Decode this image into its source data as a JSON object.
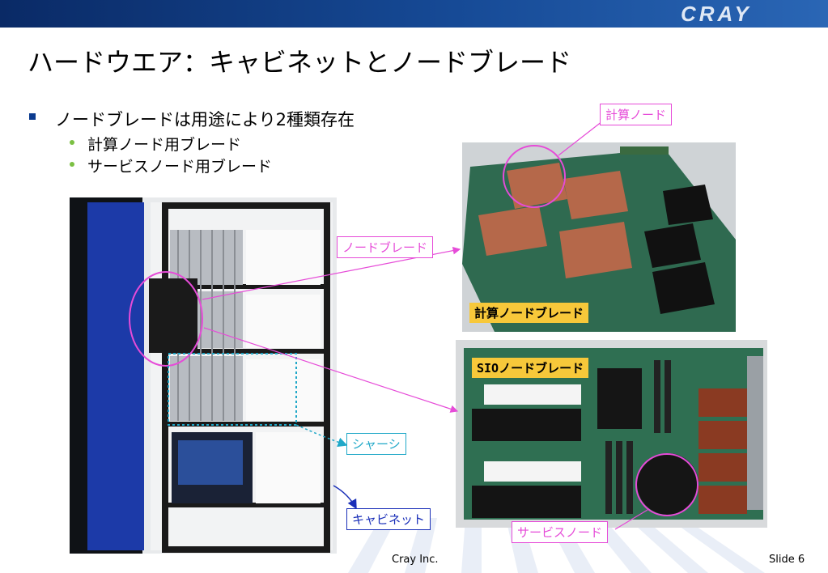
{
  "header": {
    "logo_text": "CRAY",
    "title": "ハードウエア：キャビネットとノードブレード"
  },
  "bullets": {
    "main": "ノードブレードは用途により2種類存在",
    "sub": [
      "計算ノード用ブレード",
      "サービスノード用ブレード"
    ]
  },
  "labels": {
    "compute_node": "計算ノード",
    "node_blade": "ノードブレード",
    "compute_node_blade": "計算ノードブレード",
    "sio_node_blade": "SIOノードブレード",
    "chassis": "シャーシ",
    "cabinet": "キャビネット",
    "service_node": "サービスノード"
  },
  "footer": {
    "company": "Cray Inc.",
    "slide": "Slide 6"
  },
  "colors": {
    "header_blue": "#164a96",
    "annotation_pink": "#e64bd8",
    "annotation_blue": "#1a2fb8",
    "annotation_cyan": "#20a8c8",
    "label_yellow": "#f7c83a",
    "bullet_square": "#0b3b8f",
    "bullet_dot": "#7bc043"
  }
}
